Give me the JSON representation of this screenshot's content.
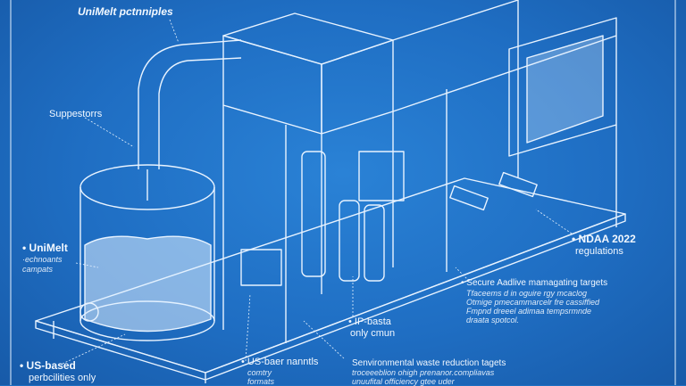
{
  "labels": {
    "top": "UniMelt pctnniples",
    "supports": "Suppestorrs",
    "left_title": "• UniMelt",
    "left_line2": "·echnoants",
    "left_line3": "campats",
    "us_based_1": "• US-based",
    "us_based_2": "perbcilities only",
    "us_bae_1": "• US-baer nanntls",
    "us_bae_2": "comtry",
    "us_bae_3": "formats",
    "ip_1": "• IP-basta",
    "ip_2": "only cmun",
    "ndaa_1": "• NDAA 2022",
    "ndaa_2": "regulations",
    "secure_1": "• Secure Aadlive mamagating targets",
    "secure_2": "Tfaceems d in  oguire rgy mcaclog",
    "secure_3": "Otmige pmecammarcelr fre cassiffied",
    "secure_4": "Fmpnd dreeel adimaa tempsrmnde",
    "secure_5": "draata spotcol.",
    "env_1": "Senvironmental waste reduction tagets",
    "env_2": "troceeeblion ohigh prenanor.compliavas",
    "env_3": "unuufital officiency gtee uder"
  },
  "colors": {
    "paper": "#1f6ec3",
    "ink": "#eaf4ff"
  }
}
